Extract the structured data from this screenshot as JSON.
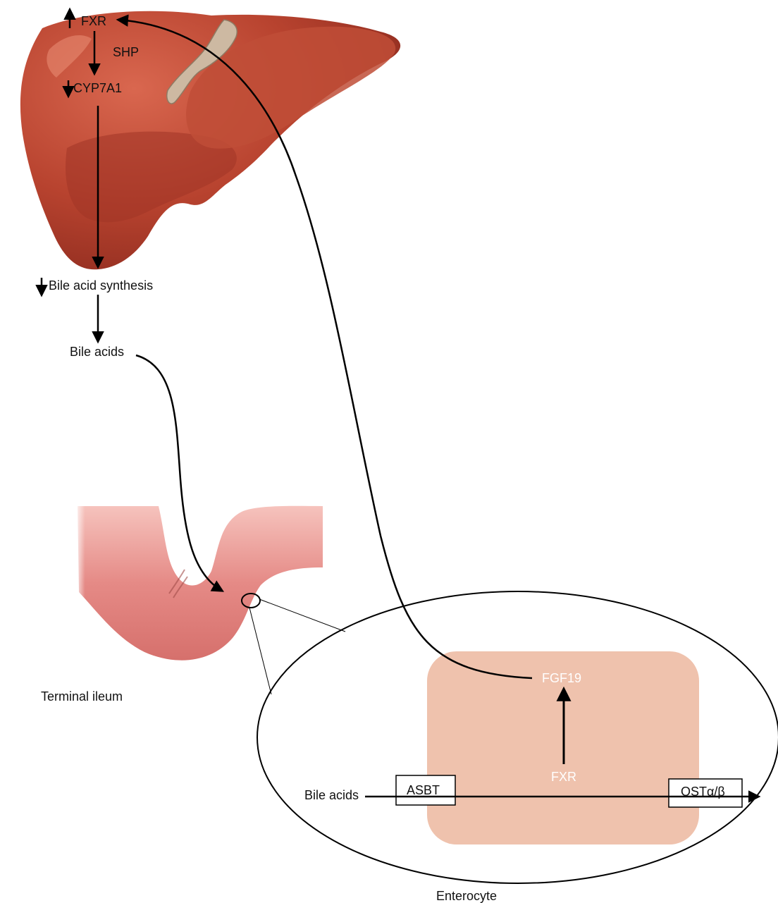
{
  "labels": {
    "liver_fxr": "FXR",
    "shp": "SHP",
    "cyp7a1": "CYP7A1",
    "bile_acid_synthesis": "Bile acid synthesis",
    "bile_acids_top": "Bile acids",
    "terminal_ileum": "Terminal ileum",
    "fgf19": "FGF19",
    "enterocyte_fxr": "FXR",
    "bile_acids_cell": "Bile acids",
    "asbt": "ASBT",
    "ost": "OSTα/β",
    "enterocyte": "Enterocyte"
  },
  "colors": {
    "liver": "#b8432f",
    "liver_highlight": "#d9674f",
    "liver_shadow": "#8f2c1f",
    "ligament": "#cdb9a2",
    "ileum": "#e58a86",
    "ileum_light": "#f6c3bd",
    "enterocyte_fill": "#efc2ad",
    "arrow": "#000000",
    "light_text": "#ffffff"
  }
}
